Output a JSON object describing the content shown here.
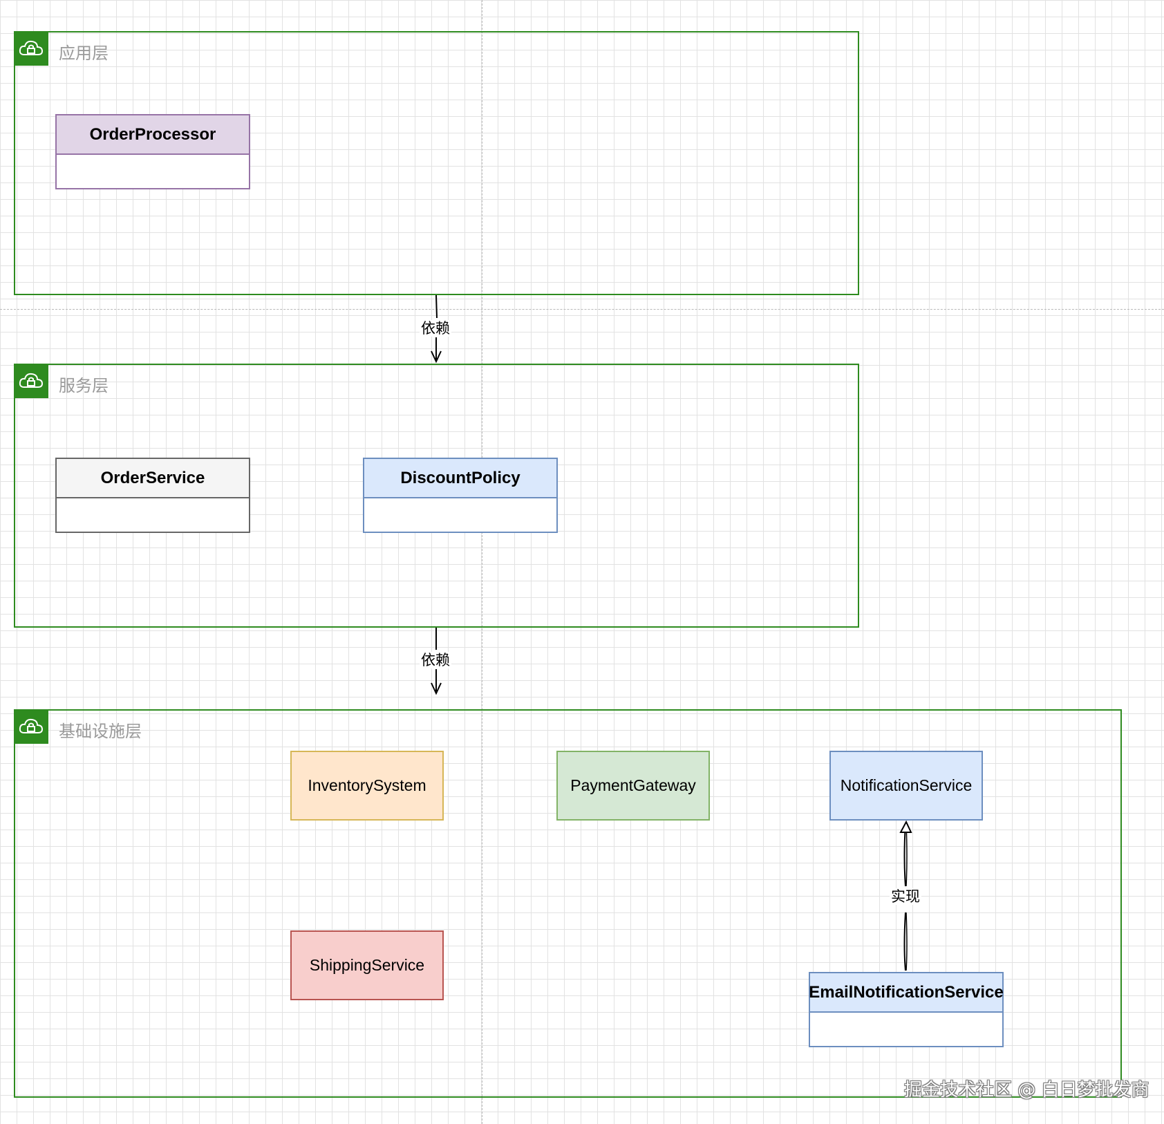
{
  "layers": {
    "application": {
      "title": "应用层"
    },
    "service": {
      "title": "服务层"
    },
    "infrastructure": {
      "title": "基础设施层"
    }
  },
  "classes": {
    "order_processor": {
      "name": "OrderProcessor"
    },
    "order_service": {
      "name": "OrderService"
    },
    "discount_policy": {
      "name": "DiscountPolicy"
    },
    "email_notification_service": {
      "name": "EmailNotificationService"
    }
  },
  "components": {
    "inventory_system": {
      "name": "InventorySystem"
    },
    "payment_gateway": {
      "name": "PaymentGateway"
    },
    "notification_service": {
      "name": "NotificationService"
    },
    "shipping_service": {
      "name": "ShippingService"
    }
  },
  "edges": {
    "app_to_service": {
      "label": "依赖"
    },
    "service_to_infra": {
      "label": "依赖"
    },
    "email_to_notification": {
      "label": "实现"
    }
  },
  "watermark": {
    "text": "掘金技术社区 @ 白日梦批发商"
  },
  "colors": {
    "layer_border": "#2e8b1f",
    "purple_fill": "#e1d5e7",
    "purple_border": "#9673a6",
    "gray_fill": "#f5f5f5",
    "gray_border": "#666666",
    "blue_fill": "#dae8fc",
    "blue_border": "#6c8ebf",
    "orange_fill": "#ffe6cc",
    "orange_border": "#d6b656",
    "green_fill": "#d5e8d4",
    "green_border": "#82b366",
    "red_fill": "#f8cecc",
    "red_border": "#b85450"
  },
  "icons": {
    "layer_badge": "cloud-lock-icon"
  }
}
